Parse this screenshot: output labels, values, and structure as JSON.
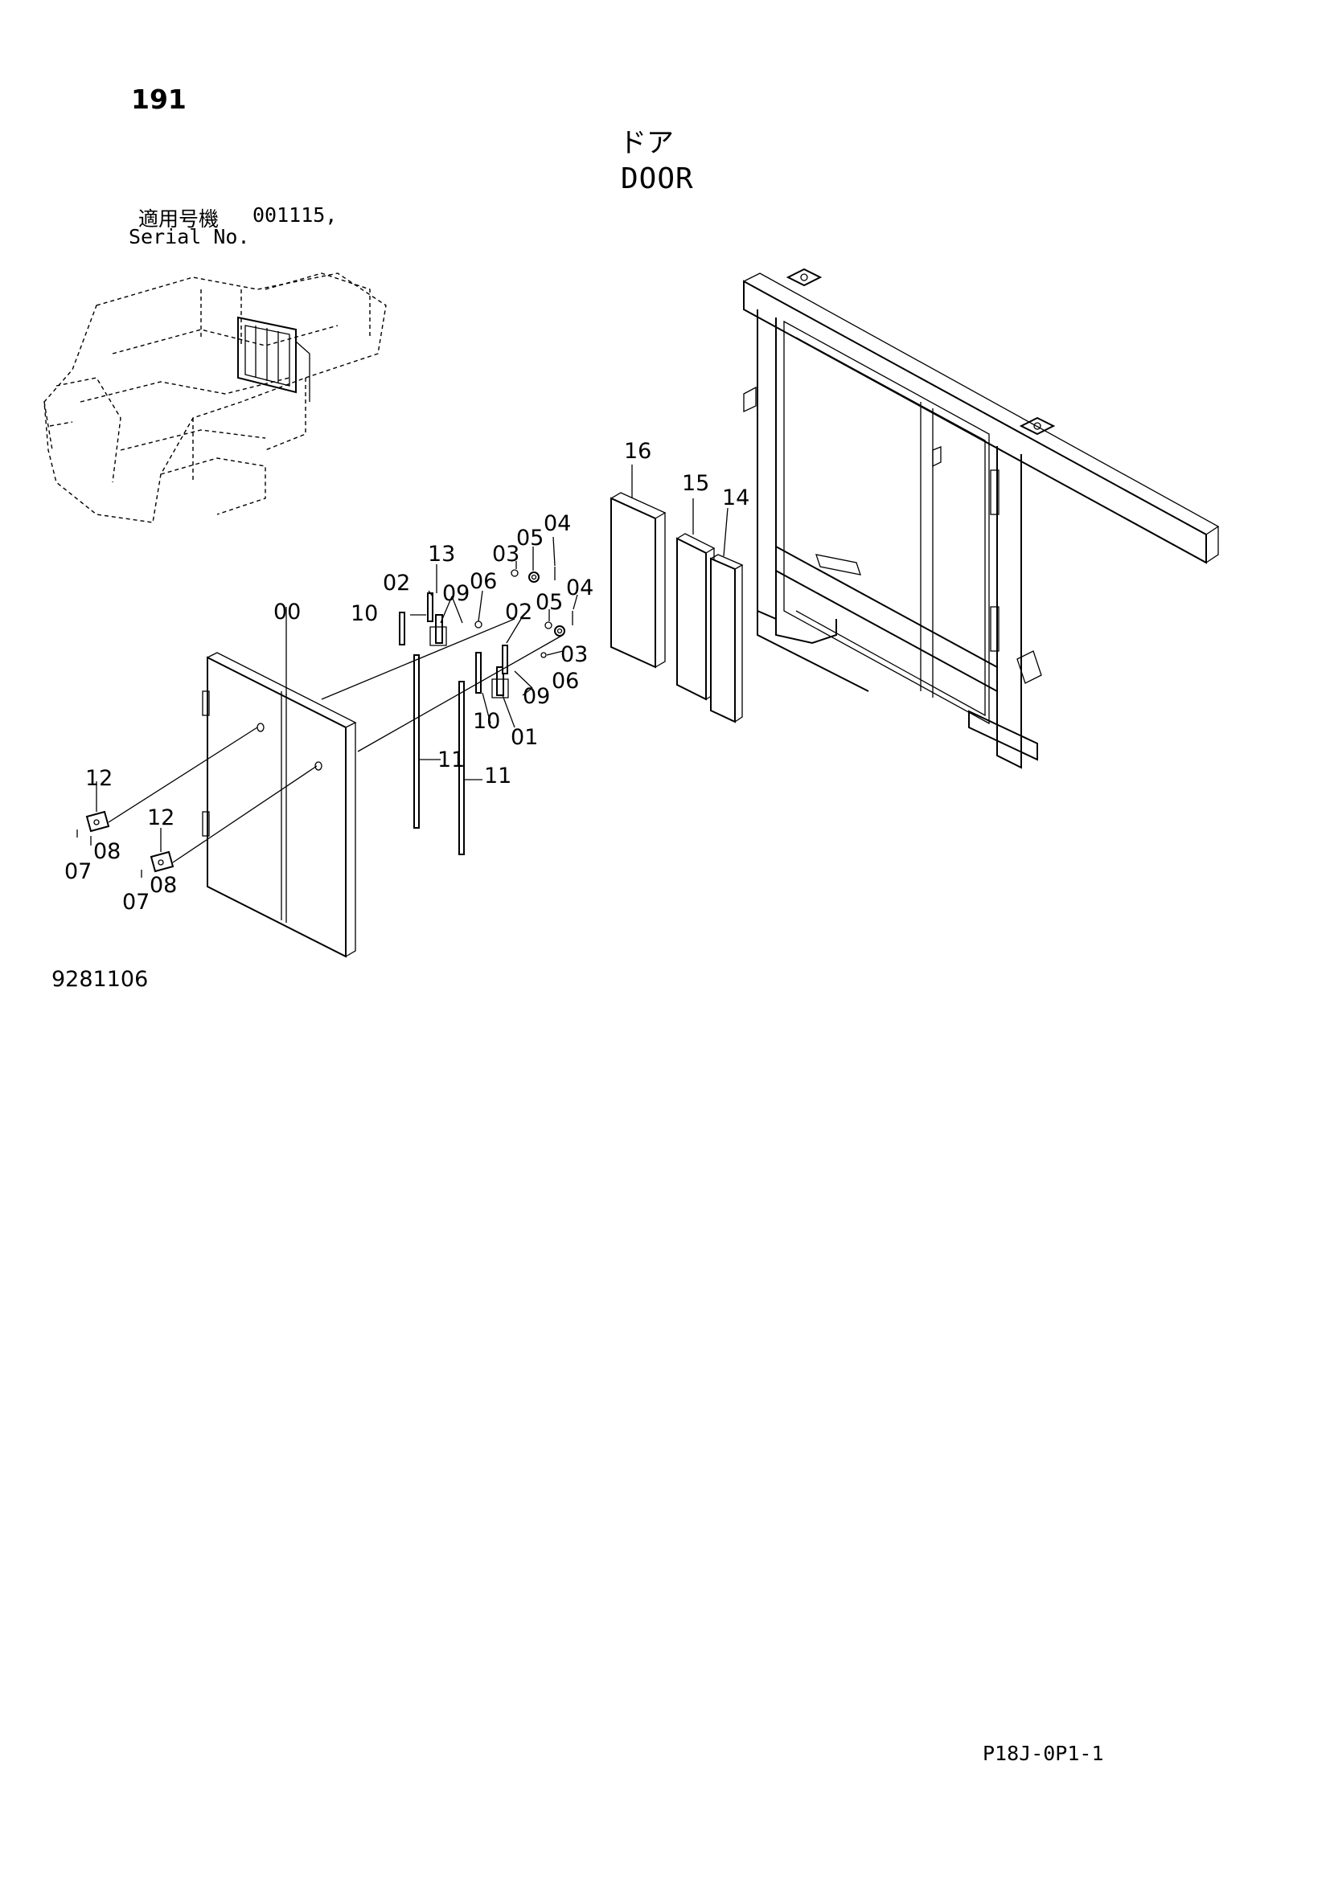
{
  "header": {
    "page_number": "191",
    "title_jp": "ドア",
    "title_en": "DOOR",
    "serial_label_jp": "適用号機",
    "serial_value": "001115,",
    "serial_label_en": "Serial No."
  },
  "footer": {
    "drawing_number": "9281106",
    "page_code": "P18J-0P1-1"
  },
  "callouts": {
    "c00": "00",
    "c01": "01",
    "c02a": "02",
    "c02b": "02",
    "c03a": "03",
    "c03b": "03",
    "c04a": "04",
    "c04b": "04",
    "c05a": "05",
    "c05b": "05",
    "c06a": "06",
    "c06b": "06",
    "c07a": "07",
    "c07b": "07",
    "c08a": "08",
    "c08b": "08",
    "c09a": "09",
    "c09b": "09",
    "c10a": "10",
    "c10b": "10",
    "c11a": "11",
    "c11b": "11",
    "c12a": "12",
    "c12b": "12",
    "c13": "13",
    "c14": "14",
    "c15": "15",
    "c16": "16"
  }
}
